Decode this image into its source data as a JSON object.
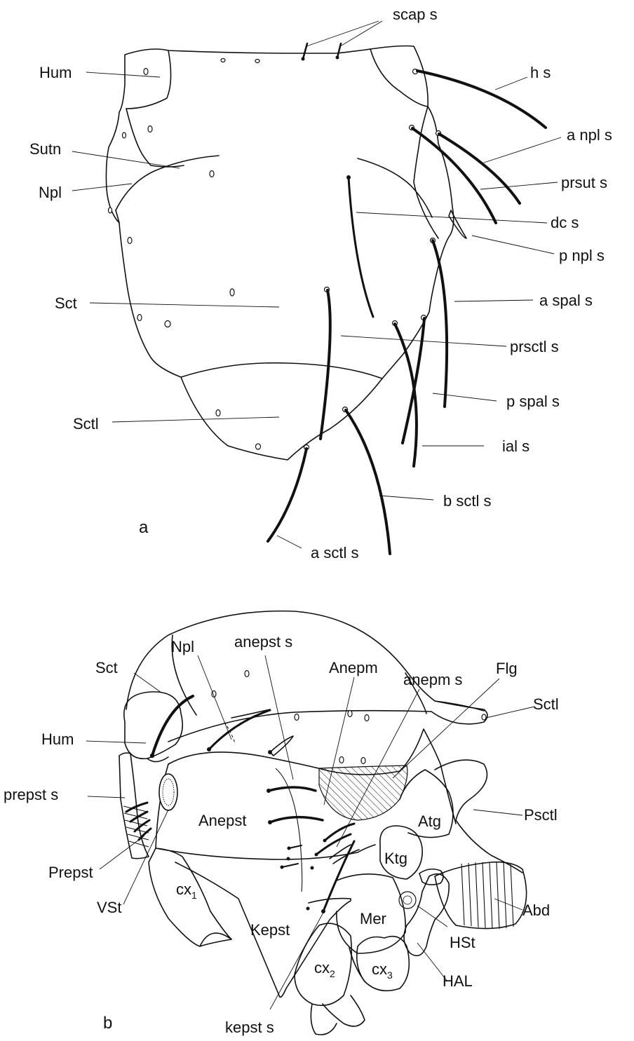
{
  "panel_a": {
    "letter": "a",
    "labels": {
      "scap_s": "scap s",
      "hum": "Hum",
      "h_s": "h s",
      "sutn": "Sutn",
      "a_npl_s": "a npl s",
      "npl": "Npl",
      "prsut_s": "prsut s",
      "dc_s": "dc s",
      "p_npl_s": "p npl s",
      "sct": "Sct",
      "a_spal_s": "a spal s",
      "prsctl_s": "prsctl s",
      "p_spal_s": "p spal s",
      "sctl": "Sctl",
      "ial_s": "ial s",
      "b_sctl_s": "b sctl s",
      "a_sctl_s": "a sctl s"
    }
  },
  "panel_b": {
    "letter": "b",
    "labels": {
      "npl": "Npl",
      "anepst_s": "anepst s",
      "sct": "Sct",
      "anepm": "Anepm",
      "anepm_s": "anepm s",
      "flg": "Flg",
      "hum": "Hum",
      "sctl": "Sctl",
      "prepst_s": "prepst s",
      "psctl": "Psctl",
      "anepst": "Anepst",
      "atg": "Atg",
      "prepst": "Prepst",
      "ktg": "Ktg",
      "vst": "VSt",
      "cx1_base": "cx",
      "cx1_sub": "1",
      "abd": "Abd",
      "kepst": "Kepst",
      "mer": "Mer",
      "hst": "HSt",
      "cx2_base": "cx",
      "cx2_sub": "2",
      "cx3_base": "cx",
      "cx3_sub": "3",
      "hal": "HAL",
      "kepst_s": "kepst s"
    }
  }
}
